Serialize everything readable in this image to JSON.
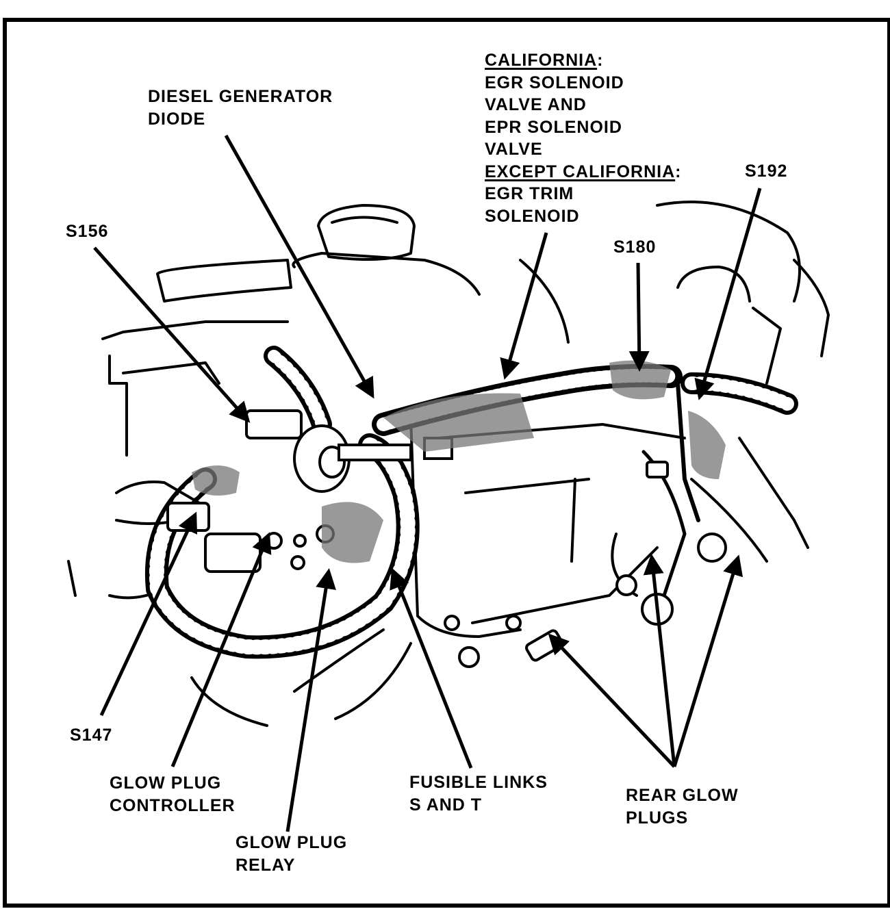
{
  "labels": {
    "s156": "S156",
    "diesel_generator_diode": [
      "DIESEL GENERATOR",
      "DIODE"
    ],
    "egr": {
      "california": "CALIFORNIA",
      "california_lines": [
        "EGR SOLENOID",
        "VALVE AND",
        "EPR SOLENOID",
        "VALVE"
      ],
      "except_california": "EXCEPT CALIFORNIA",
      "except_lines": [
        "EGR TRIM",
        "SOLENOID"
      ]
    },
    "s192": "S192",
    "s180": "S180",
    "s147": "S147",
    "glow_plug_controller": [
      "GLOW PLUG",
      "CONTROLLER"
    ],
    "glow_plug_relay": [
      "GLOW PLUG",
      "RELAY"
    ],
    "fusible_links": [
      "FUSIBLE LINKS",
      "S AND T"
    ],
    "rear_glow_plugs": [
      "REAR GLOW",
      "PLUGS"
    ]
  }
}
